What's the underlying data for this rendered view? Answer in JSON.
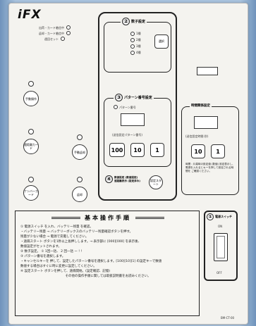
{
  "logo": "iFX",
  "top_indicators": [
    {
      "label": "出荷・カード着信中"
    },
    {
      "label": "返却・カード着信中"
    },
    {
      "label": "遠回セット"
    }
  ],
  "left_buttons": [
    {
      "label": "手動操作"
    },
    {
      "label": "遠距離カード"
    },
    {
      "label": "ナンバーカード"
    }
  ],
  "mid_left_buttons": [
    {
      "label": "手動返却"
    },
    {
      "label": "返却"
    }
  ],
  "section2": {
    "num": "②",
    "title": "数子設定",
    "options": [
      "1種",
      "2種",
      "3種",
      "4種"
    ],
    "button": "選択"
  },
  "section3": {
    "num": "③",
    "title": "パターン番号設定",
    "sub": "パターン番号",
    "caption": "(送信設定パターン番号)",
    "keys": [
      "100",
      "10",
      "1"
    ]
  },
  "section4": {
    "num": "④",
    "title": "数値設定 (数値設定)",
    "sub": "遠距離表示 (設定済み)",
    "button": "設定スタート"
  },
  "timer": {
    "title": "時間関係設定",
    "caption": "(送信設定時間 秒)",
    "keys": [
      "10",
      "1"
    ],
    "note": "時間 : 片端時の設定値 (数値) 設定表示し、電源を入れるとキーを押して設定される時間を ご確認ください。"
  },
  "manual": {
    "title": "基本操作手順",
    "lines": [
      "①  電源スイッチ  を入れ、バッテリー残量  を確認。",
      "・バッテリー残量 → バッテリーボックスのバッテリー残量確認ボタンを押す。",
      "  残量が少ない場合 → 電源で充電してください。",
      "・遠隔スタート  ボタンを1秒以上長押しします。→ 表示部に [000][000] を表示後、",
      "  数値設定がセットされます。",
      "②  数子設定。 ① 1回一括、 2 回一括 ー ! !",
      "③  パターン番号を選択します。",
      "・キャンセルキーを  押して、設定したパターン番号を選択します。[100][10][1] の設定キーで数値",
      "  数値する場合はすぐに時に変更に設定してください。",
      "④  設定スタート  ボタンを押して、遠隔開始。(設定確認、記憶)",
      "その他の操作手順に関しては取扱説明書をお読みください。"
    ]
  },
  "power": {
    "num": "①",
    "title": "電源スイッチ",
    "on": "ON",
    "off": "OFF"
  },
  "footer_code": "BM-CT-00"
}
